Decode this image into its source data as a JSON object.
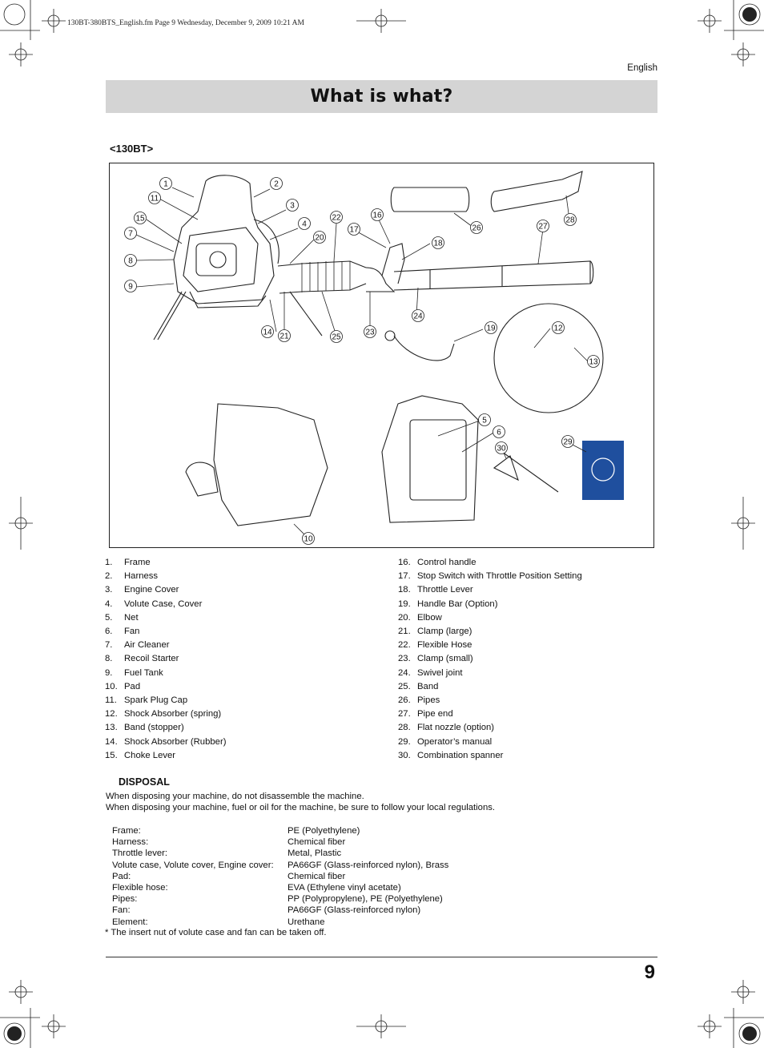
{
  "header": {
    "file_info": "130BT-380BTS_English.fm  Page 9  Wednesday, December 9, 2009  10:21 AM",
    "language": "English"
  },
  "title": "What is what?",
  "model_label": "<130BT>",
  "figure": {
    "callouts": [
      "1",
      "2",
      "3",
      "4",
      "5",
      "6",
      "7",
      "8",
      "9",
      "10",
      "11",
      "12",
      "13",
      "14",
      "15",
      "16",
      "17",
      "18",
      "19",
      "20",
      "21",
      "22",
      "23",
      "24",
      "25",
      "26",
      "27",
      "28",
      "29",
      "30"
    ]
  },
  "parts_left": [
    {
      "num": "1.",
      "label": "Frame"
    },
    {
      "num": "2.",
      "label": "Harness"
    },
    {
      "num": "3.",
      "label": "Engine Cover"
    },
    {
      "num": "4.",
      "label": "Volute Case, Cover"
    },
    {
      "num": "5.",
      "label": "Net"
    },
    {
      "num": "6.",
      "label": "Fan"
    },
    {
      "num": "7.",
      "label": "Air Cleaner"
    },
    {
      "num": "8.",
      "label": "Recoil Starter"
    },
    {
      "num": "9.",
      "label": "Fuel Tank"
    },
    {
      "num": "10.",
      "label": "Pad"
    },
    {
      "num": "11.",
      "label": "Spark Plug Cap"
    },
    {
      "num": "12.",
      "label": "Shock Absorber (spring)"
    },
    {
      "num": "13.",
      "label": "Band (stopper)"
    },
    {
      "num": "14.",
      "label": "Shock Absorber (Rubber)"
    },
    {
      "num": "15.",
      "label": "Choke Lever"
    }
  ],
  "parts_right": [
    {
      "num": "16.",
      "label": "Control handle"
    },
    {
      "num": "17.",
      "label": "Stop Switch with Throttle Position Setting"
    },
    {
      "num": "18.",
      "label": "Throttle Lever"
    },
    {
      "num": "19.",
      "label": "Handle Bar (Option)"
    },
    {
      "num": "20.",
      "label": "Elbow"
    },
    {
      "num": "21.",
      "label": "Clamp (large)"
    },
    {
      "num": "22.",
      "label": "Flexible Hose"
    },
    {
      "num": "23.",
      "label": "Clamp (small)"
    },
    {
      "num": "24.",
      "label": "Swivel joint"
    },
    {
      "num": "25.",
      "label": "Band"
    },
    {
      "num": "26.",
      "label": "Pipes"
    },
    {
      "num": "27.",
      "label": "Pipe end"
    },
    {
      "num": "28.",
      "label": "Flat nozzle (option)"
    },
    {
      "num": "29.",
      "label": "Operator’s manual"
    },
    {
      "num": "30.",
      "label": "Combination spanner"
    }
  ],
  "disposal": {
    "title": "DISPOSAL",
    "line1": "When disposing your machine, do not disassemble the machine.",
    "line2": "When disposing your machine, fuel or oil for the machine, be sure to follow your local regulations.",
    "materials": [
      {
        "part": "Frame:",
        "material": "PE (Polyethylene)"
      },
      {
        "part": "Harness:",
        "material": "Chemical fiber"
      },
      {
        "part": "Throttle lever:",
        "material": "Metal, Plastic"
      },
      {
        "part": "Volute case, Volute cover, Engine cover:",
        "material": "PA66GF (Glass-reinforced nylon), Brass"
      },
      {
        "part": "Pad:",
        "material": "Chemical fiber"
      },
      {
        "part": "Flexible hose:",
        "material": "EVA (Ethylene vinyl acetate)"
      },
      {
        "part": "Pipes:",
        "material": "PP (Polypropylene), PE (Polyethylene)"
      },
      {
        "part": "Fan:",
        "material": "PA66GF (Glass-reinforced nylon)"
      },
      {
        "part": "Element:",
        "material": "Urethane"
      }
    ],
    "note": "* The insert nut of volute case and fan can be taken off."
  },
  "page_number": "9",
  "colors": {
    "title_bar": "#d4d4d4",
    "manual_cover": "#1f4f9e"
  }
}
